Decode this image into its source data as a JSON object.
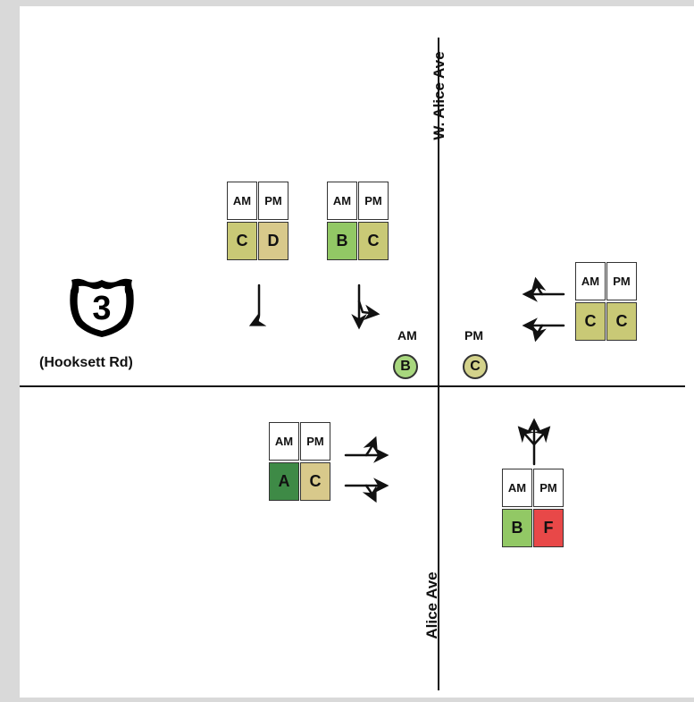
{
  "streets": {
    "north": "W. Alice Ave",
    "south": "Alice Ave",
    "route_number": "3",
    "route_name": "(Hooksett Rd)"
  },
  "headers": {
    "am": "AM",
    "pm": "PM"
  },
  "approaches": {
    "southbound_left": {
      "am": "C",
      "pm": "D",
      "am_color": "#c9c976",
      "pm_color": "#d8c98b"
    },
    "southbound_through_right": {
      "am": "B",
      "pm": "C",
      "am_color": "#92c865",
      "pm_color": "#c9c976"
    },
    "westbound": {
      "am": "C",
      "pm": "C",
      "am_color": "#c9c976",
      "pm_color": "#c9c976"
    },
    "eastbound": {
      "am": "A",
      "pm": "C",
      "am_color": "#3e8a46",
      "pm_color": "#d8c98b"
    },
    "northbound": {
      "am": "B",
      "pm": "F",
      "am_color": "#92c865",
      "pm_color": "#e84848"
    }
  },
  "intersection": {
    "am_label": "AM",
    "pm_label": "PM",
    "am": "B",
    "pm": "C",
    "am_color": "#a8d77e",
    "pm_color": "#d3d28b"
  },
  "icons": {
    "route_shield": "us-route-shield-icon",
    "movement_arrows": "lane-arrow-icon"
  }
}
